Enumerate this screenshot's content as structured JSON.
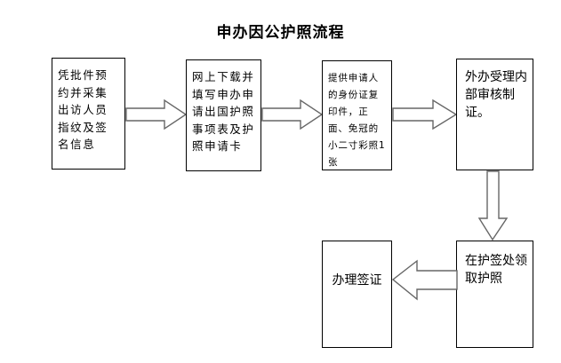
{
  "chart_data": {
    "type": "diagram",
    "title": "申办因公护照流程",
    "nodes": [
      {
        "id": "n1",
        "label": "凭批件预约并采集出访人员指纹及签名信息",
        "order": 1
      },
      {
        "id": "n2",
        "label": "网上下载并填写申办申请出国护照事项表及护照申请卡",
        "order": 2
      },
      {
        "id": "n3",
        "label": "提供申请人的身份证复印件，正面、免冠的小二寸彩照1张",
        "order": 3
      },
      {
        "id": "n4",
        "label": "外办受理内部审核制证。",
        "order": 4
      },
      {
        "id": "n5",
        "label": "在护签处领取护照",
        "order": 5
      },
      {
        "id": "n6",
        "label": "办理签证",
        "order": 6
      }
    ],
    "edges": [
      {
        "from": "n1",
        "to": "n2",
        "direction": "right"
      },
      {
        "from": "n2",
        "to": "n3",
        "direction": "right"
      },
      {
        "from": "n3",
        "to": "n4",
        "direction": "right"
      },
      {
        "from": "n4",
        "to": "n5",
        "direction": "down"
      },
      {
        "from": "n5",
        "to": "n6",
        "direction": "left"
      }
    ],
    "colors": {
      "background": "#ffffff",
      "node_border": "#000000",
      "node_fill": "#ffffff",
      "text": "#000000",
      "arrow_stroke": "#606060",
      "arrow_fill": "#ffffff"
    }
  },
  "diagram": {
    "title": "申办因公护照流程",
    "nodes": {
      "n1": "凭批件预约并采集出访人员指纹及签名信息",
      "n2": "网上下载并填写申办申请出国护照事项表及护照申请卡",
      "n3": "提供申请人的身份证复印件，正面、免冠的小二寸彩照1张",
      "n4": "外办受理内部审核制证。",
      "n5": "在护签处领取护照",
      "n6": "办理签证"
    }
  }
}
